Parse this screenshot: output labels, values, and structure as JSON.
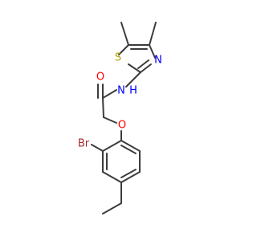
{
  "molecule": {
    "atoms": {
      "oxygen_carbonyl": "O",
      "nitrogen_amide_n": "N",
      "nitrogen_amide_h": "H",
      "sulfur": "S",
      "nitrogen_ring": "N",
      "oxygen_ether": "O",
      "bromine": "Br"
    },
    "colors": {
      "bond": "#3c3c3c",
      "oxygen": "#ff0000",
      "nitrogen": "#0000ff",
      "sulfur": "#b8a000",
      "bromine": "#a52a2a"
    }
  }
}
